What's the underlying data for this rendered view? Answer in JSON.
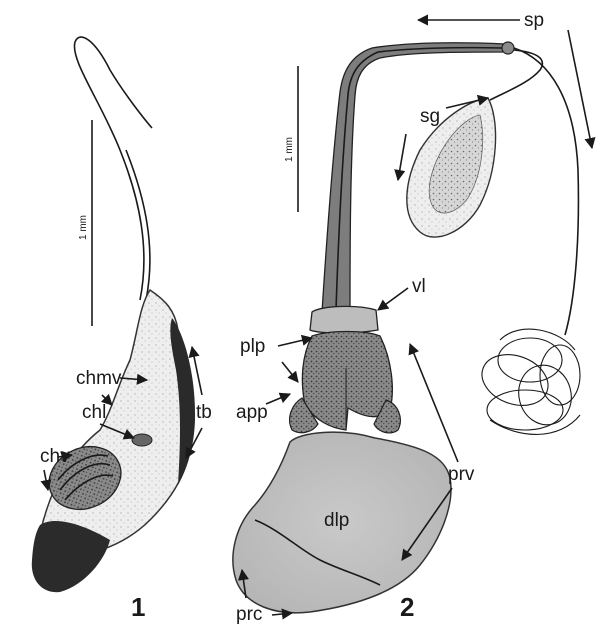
{
  "figure": {
    "panel1": {
      "number": "1",
      "scale": "1 mm",
      "labels": {
        "chmv": "chmv",
        "chl": "chl",
        "chv": "chv",
        "tb": "tb"
      }
    },
    "panel2": {
      "number": "2",
      "scale": "1 mm",
      "labels": {
        "sp": "sp",
        "sg": "sg",
        "vl": "vl",
        "plp": "plp",
        "app": "app",
        "prv": "prv",
        "dlp": "dlp",
        "prc": "prc"
      }
    }
  }
}
